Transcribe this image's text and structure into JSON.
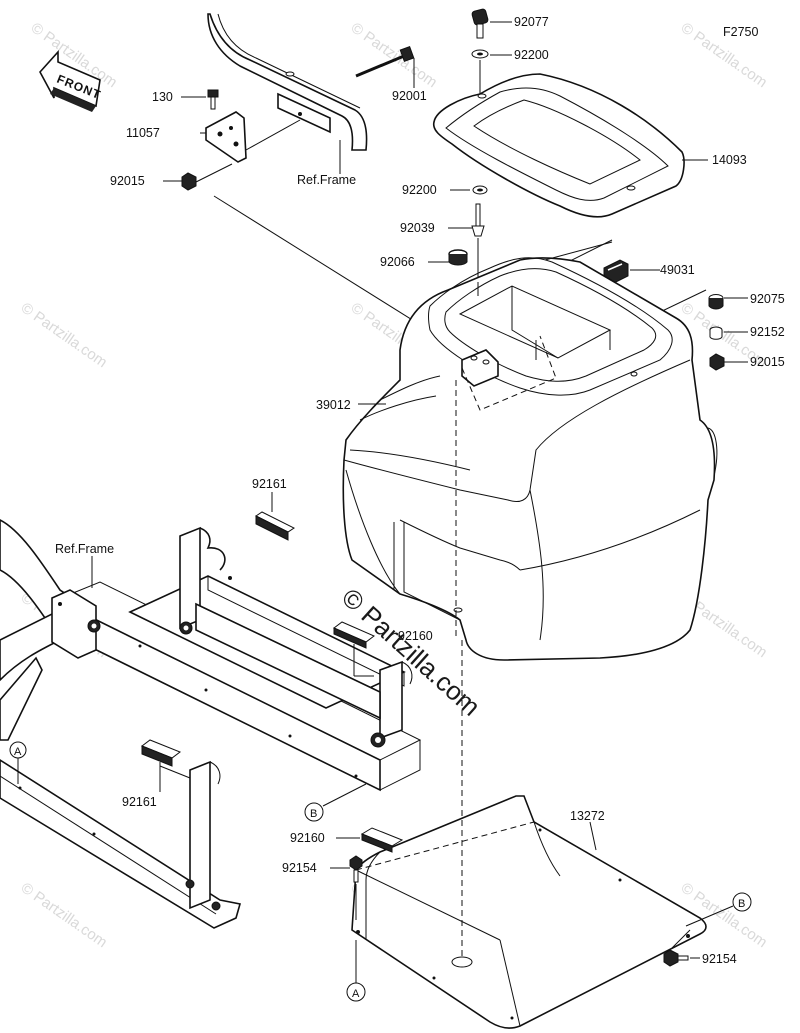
{
  "figure_code": "F2750",
  "front_label": "FRONT",
  "watermark": "© Partzilla.com",
  "ref_frame_label": "Ref.Frame",
  "callouts": {
    "a": "A",
    "b": "B"
  },
  "parts": {
    "p92077": "92077",
    "p92200_top": "92200",
    "p92001": "92001",
    "p130": "130",
    "p11057": "11057",
    "p92015_left": "92015",
    "p14093": "14093",
    "p92200_mid": "92200",
    "p92039": "92039",
    "p92066": "92066",
    "p49031": "49031",
    "p92075": "92075",
    "p92152": "92152",
    "p92015_right": "92015",
    "p39012": "39012",
    "p92161_top": "92161",
    "p92160_mid": "92160",
    "p92161_bottom": "92161",
    "p13272": "13272",
    "p92160_bottom": "92160",
    "p92154_left": "92154",
    "p92154_right": "92154"
  }
}
